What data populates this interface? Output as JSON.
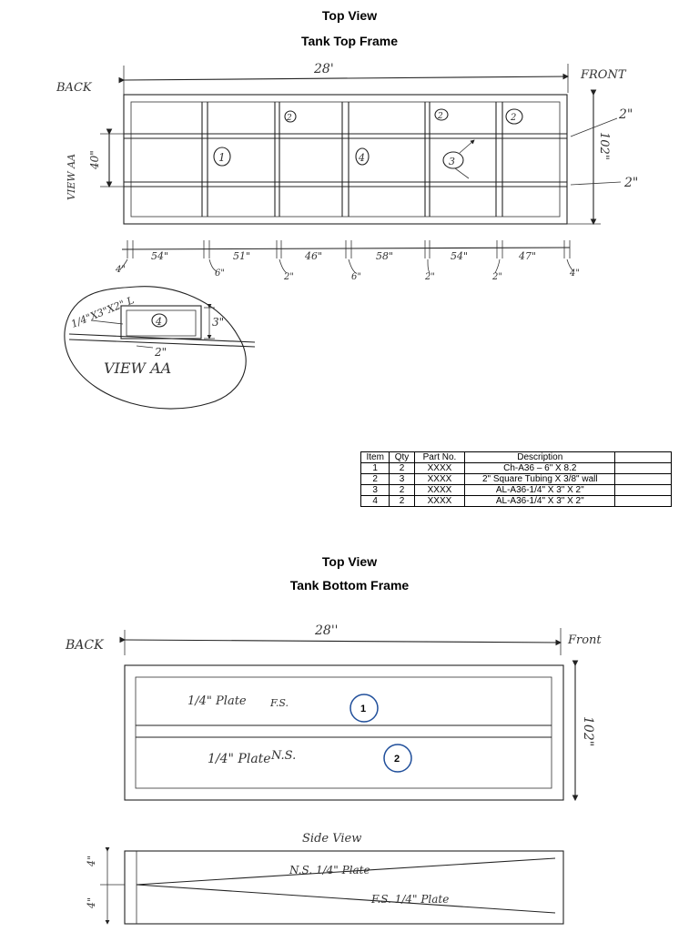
{
  "top_frame": {
    "title_line1": "Top View",
    "title_line2": "Tank Top Frame",
    "labels": {
      "back": "BACK",
      "front": "FRONT",
      "overall_length": "28'",
      "width_left": "40\"",
      "width_right": "102\"",
      "view_aa_side": "VIEW AA",
      "tube_right_top": "2\"",
      "tube_right_bottom": "2\""
    },
    "item_callouts": [
      "1",
      "2",
      "2",
      "2",
      "4",
      "3"
    ],
    "spacings": [
      "54\"",
      "51\"",
      "46\"",
      "58\"",
      "54\"",
      "47\""
    ],
    "bottom_dims": [
      "4\"",
      "6\"",
      "2\"",
      "6\"",
      "2\"",
      "2\"",
      "4\""
    ]
  },
  "view_aa": {
    "angle_label": "1/4\"X3\"X2\" L",
    "callout": "4",
    "height_dim": "3\"",
    "width_dim": "2\"",
    "caption": "VIEW AA"
  },
  "bom_table": {
    "headers": [
      "Item",
      "Qty",
      "Part No.",
      "Description",
      ""
    ],
    "rows": [
      [
        "1",
        "2",
        "XXXX",
        "Ch-A36 – 6\" X 8.2",
        ""
      ],
      [
        "2",
        "3",
        "XXXX",
        "2\" Square Tubing X 3/8\" wall",
        ""
      ],
      [
        "3",
        "2",
        "XXXX",
        "AL-A36-1/4\" X 3\" X 2\"",
        ""
      ],
      [
        "4",
        "2",
        "XXXX",
        "AL-A36-1/4\" X 3\" X 2\"",
        ""
      ]
    ]
  },
  "bottom_frame": {
    "title_line1": "Top View",
    "title_line2": "Tank Bottom Frame",
    "labels": {
      "back": "BACK",
      "front": "Front",
      "overall_length": "28''",
      "width": "102\"",
      "plate_fs": "1/4\" Plate",
      "fs": "F.S.",
      "plate_ns": "1/4\" Plate",
      "ns": "N.S."
    },
    "callouts": [
      "1",
      "2"
    ]
  },
  "side_view": {
    "caption": "Side View",
    "dim_top": "4\"",
    "dim_bottom": "4\"",
    "plate_ns": "N.S. 1/4\" Plate",
    "plate_fs": "F.S. 1/4\" Plate"
  }
}
